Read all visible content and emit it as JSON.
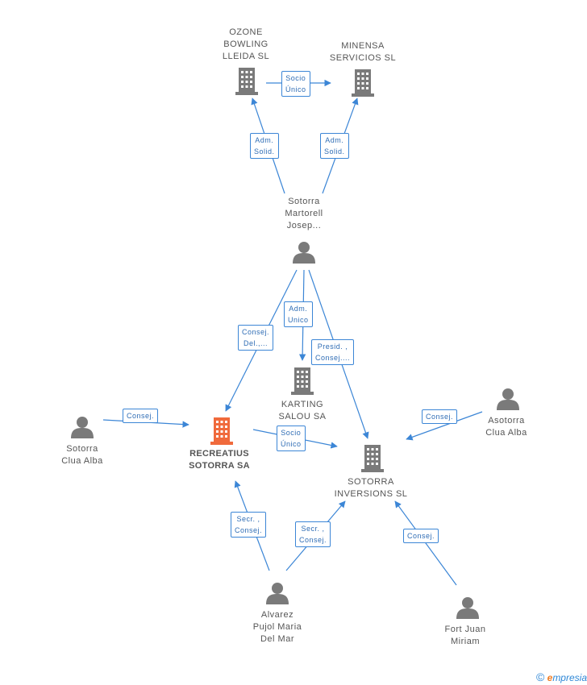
{
  "colors": {
    "edge": "#3c86d6",
    "node": "#7a7a7a",
    "main_node": "#f06a3c",
    "text": "#555555"
  },
  "nodes": {
    "ozone": {
      "lines": [
        "OZONE",
        "BOWLING",
        "LLEIDA  SL"
      ],
      "icon": "building-icon"
    },
    "minensa": {
      "lines": [
        "MINENSA",
        "SERVICIOS  SL"
      ],
      "icon": "building-icon"
    },
    "sotorra_martorell": {
      "lines": [
        "Sotorra",
        "Martorell",
        "Josep..."
      ],
      "icon": "person-icon"
    },
    "karting": {
      "lines": [
        "KARTING",
        "SALOU SA"
      ],
      "icon": "building-icon"
    },
    "recreatius": {
      "lines": [
        "RECREATIUS",
        "SOTORRA SA"
      ],
      "icon": "building-icon"
    },
    "sotorra_clua_left": {
      "lines": [
        "Sotorra",
        "Clua Alba"
      ],
      "icon": "person-icon"
    },
    "asotorra": {
      "lines": [
        "Asotorra",
        "Clua Alba"
      ],
      "icon": "person-icon"
    },
    "sotorra_inversions": {
      "lines": [
        "SOTORRA",
        "INVERSIONS  SL"
      ],
      "icon": "building-icon"
    },
    "alvarez": {
      "lines": [
        "Alvarez",
        "Pujol Maria",
        "Del Mar"
      ],
      "icon": "person-icon"
    },
    "fort": {
      "lines": [
        "Fort Juan",
        "Miriam"
      ],
      "icon": "person-icon"
    }
  },
  "edges": {
    "socio_unico_top": [
      "Socio",
      "Único"
    ],
    "adm_solid_left": [
      "Adm.",
      "Solid."
    ],
    "adm_solid_right": [
      "Adm.",
      "Solid."
    ],
    "adm_unico": [
      "Adm.",
      "Unico"
    ],
    "consej_del": [
      "Consej.",
      "Del.,..."
    ],
    "presid_consej": [
      "Presid. ,",
      "Consej...."
    ],
    "consej_left": [
      "Consej."
    ],
    "socio_unico_mid": [
      "Socio",
      "Único"
    ],
    "consej_right": [
      "Consej."
    ],
    "secr_consej_left": [
      "Secr. ,",
      "Consej."
    ],
    "secr_consej_right": [
      "Secr. ,",
      "Consej."
    ],
    "consej_bottom": [
      "Consej."
    ]
  },
  "footer": {
    "copyright": "©",
    "brand_initial": "e",
    "brand_rest": "mpresia"
  }
}
